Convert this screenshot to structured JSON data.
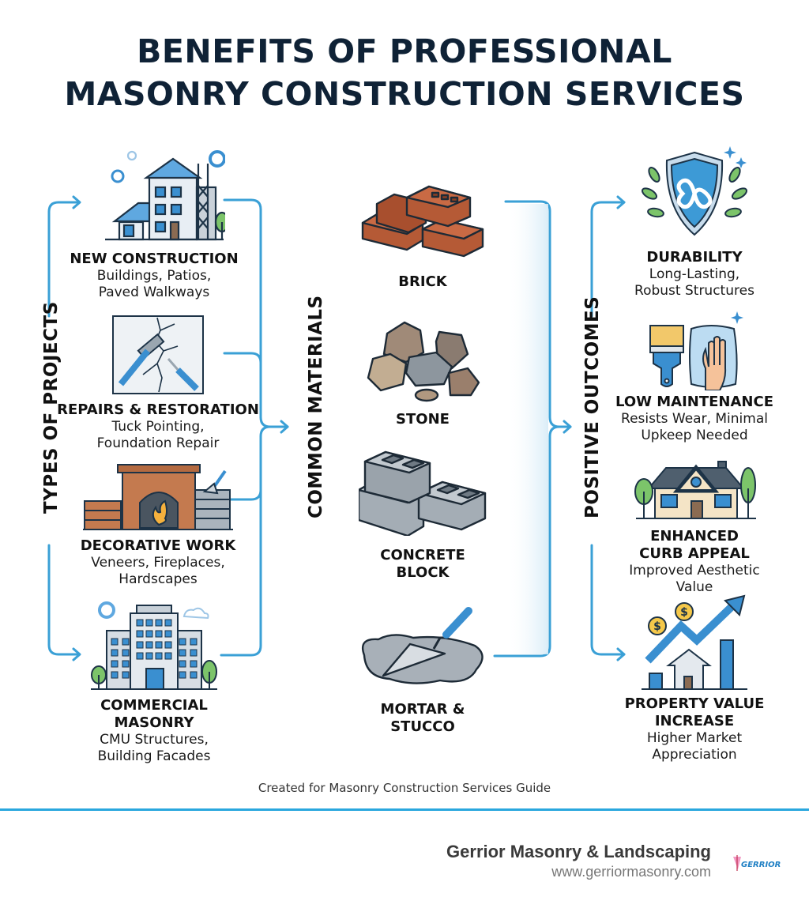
{
  "header": {
    "title_line1": "BENEFITS OF PROFESSIONAL",
    "title_line2": "MASONRY CONSTRUCTION SERVICES"
  },
  "columns": {
    "projects": {
      "label": "TYPES OF PROJECTS",
      "items": [
        {
          "icon": "house-under-construction-icon",
          "name": "NEW CONSTRUCTION",
          "desc_line1": "Buildings, Patios,",
          "desc_line2": "Paved Walkways"
        },
        {
          "icon": "hammer-screwdriver-cracked-wall-icon",
          "name": "REPAIRS & RESTORATION",
          "desc_line1": "Tuck Pointing,",
          "desc_line2": "Foundation Repair"
        },
        {
          "icon": "brick-fireplace-icon",
          "name": "DECORATIVE WORK",
          "desc_line1": "Veneers, Fireplaces,",
          "desc_line2": "Hardscapes"
        },
        {
          "icon": "office-building-icon",
          "name_line1": "COMMERCIAL",
          "name_line2": "MASONRY",
          "desc_line1": "CMU Structures,",
          "desc_line2": "Building Facades"
        }
      ]
    },
    "materials": {
      "label": "COMMON MATERIALS",
      "items": [
        {
          "icon": "brick-stack-icon",
          "name": "BRICK"
        },
        {
          "icon": "stone-pile-icon",
          "name": "STONE"
        },
        {
          "icon": "concrete-block-icon",
          "name_line1": "CONCRETE",
          "name_line2": "BLOCK"
        },
        {
          "icon": "trowel-mortar-icon",
          "name_line1": "MORTAR &",
          "name_line2": "STUCCO"
        }
      ]
    },
    "outcomes": {
      "label": "POSITIVE OUTCOMES",
      "items": [
        {
          "icon": "shield-infinity-icon",
          "name": "DURABILITY",
          "desc_line1": "Long-Lasting,",
          "desc_line2": "Robust Structures"
        },
        {
          "icon": "brush-cloth-hand-icon",
          "name": "LOW MAINTENANCE",
          "desc_line1": "Resists Wear, Minimal",
          "desc_line2": "Upkeep Needed"
        },
        {
          "icon": "house-curb-appeal-icon",
          "name_line1": "ENHANCED",
          "name_line2": "CURB APPEAL",
          "desc_line1": "Improved Aesthetic",
          "desc_line2": "Value"
        },
        {
          "icon": "rising-value-chart-icon",
          "name_line1": "PROPERTY VALUE",
          "name_line2": "INCREASE",
          "desc_line1": "Higher Market",
          "desc_line2": "Appreciation"
        }
      ]
    }
  },
  "footer": {
    "credit": "Created for Masonry Construction Services Guide",
    "company": "Gerrior Masonry & Landscaping",
    "url": "www.gerriormasonry.com",
    "logo_text": "GERRIOR"
  },
  "colors": {
    "title": "#0f2236",
    "accent": "#2aa7de",
    "connector": "#3aa0d6",
    "brick": "#b55a36",
    "green": "#6cb85a"
  }
}
